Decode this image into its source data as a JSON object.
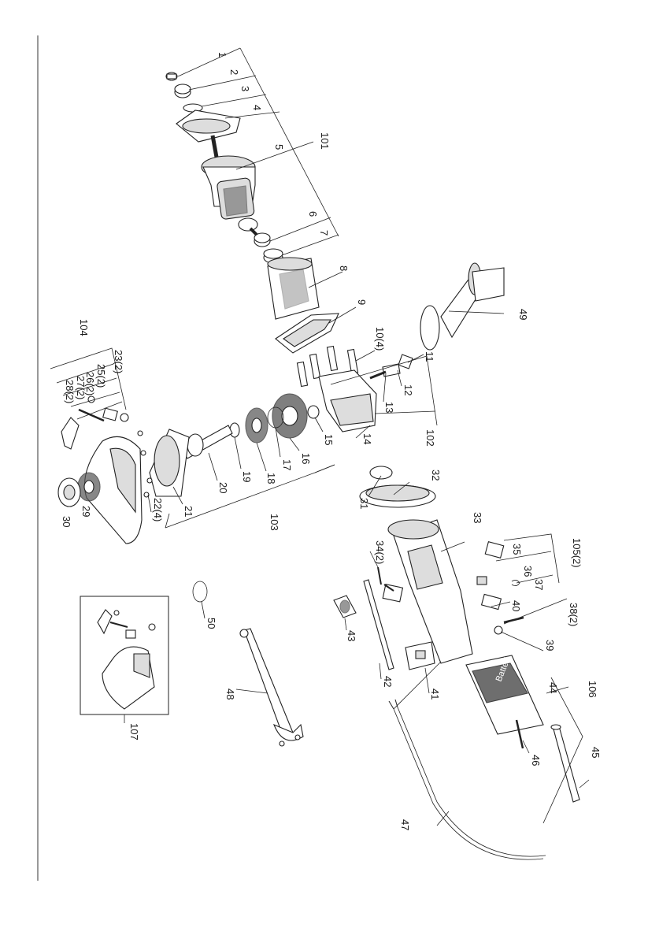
{
  "diagram": {
    "parts": [
      {
        "key": "p1",
        "label": "1"
      },
      {
        "key": "p2",
        "label": "2"
      },
      {
        "key": "p3",
        "label": "3"
      },
      {
        "key": "p4",
        "label": "4"
      },
      {
        "key": "p5",
        "label": "5"
      },
      {
        "key": "p6",
        "label": "6"
      },
      {
        "key": "p7",
        "label": "7"
      },
      {
        "key": "p8",
        "label": "8"
      },
      {
        "key": "p9",
        "label": "9"
      },
      {
        "key": "p10",
        "label": "10(4)"
      },
      {
        "key": "p11",
        "label": "11"
      },
      {
        "key": "p12",
        "label": "12"
      },
      {
        "key": "p13",
        "label": "13"
      },
      {
        "key": "p14",
        "label": "14"
      },
      {
        "key": "p15",
        "label": "15"
      },
      {
        "key": "p16",
        "label": "16"
      },
      {
        "key": "p17",
        "label": "17"
      },
      {
        "key": "p18",
        "label": "18"
      },
      {
        "key": "p19",
        "label": "19"
      },
      {
        "key": "p20",
        "label": "20"
      },
      {
        "key": "p21",
        "label": "21"
      },
      {
        "key": "p22",
        "label": "22(4)"
      },
      {
        "key": "p23",
        "label": "23(2)"
      },
      {
        "key": "p25",
        "label": "25(2)"
      },
      {
        "key": "p26",
        "label": "26(2)"
      },
      {
        "key": "p27",
        "label": "27(2)"
      },
      {
        "key": "p28",
        "label": "28(2)"
      },
      {
        "key": "p29",
        "label": "29"
      },
      {
        "key": "p30",
        "label": "30"
      },
      {
        "key": "p31",
        "label": "31"
      },
      {
        "key": "p32",
        "label": "32"
      },
      {
        "key": "p33",
        "label": "33"
      },
      {
        "key": "p34",
        "label": "34(2)"
      },
      {
        "key": "p35",
        "label": "35"
      },
      {
        "key": "p36",
        "label": "36"
      },
      {
        "key": "p37",
        "label": "37"
      },
      {
        "key": "p38",
        "label": "38(2)"
      },
      {
        "key": "p39",
        "label": "39"
      },
      {
        "key": "p40",
        "label": "40"
      },
      {
        "key": "p41",
        "label": "41"
      },
      {
        "key": "p42",
        "label": "42"
      },
      {
        "key": "p43",
        "label": "43"
      },
      {
        "key": "p44",
        "label": "44"
      },
      {
        "key": "p45",
        "label": "45"
      },
      {
        "key": "p46",
        "label": "46"
      },
      {
        "key": "p47",
        "label": "47"
      },
      {
        "key": "p48",
        "label": "48"
      },
      {
        "key": "p49",
        "label": "49"
      },
      {
        "key": "p50",
        "label": "50"
      },
      {
        "key": "p101",
        "label": "101"
      },
      {
        "key": "p102",
        "label": "102"
      },
      {
        "key": "p103",
        "label": "103"
      },
      {
        "key": "p104",
        "label": "104"
      },
      {
        "key": "p105",
        "label": "105(2)"
      },
      {
        "key": "p106",
        "label": "106"
      },
      {
        "key": "p107",
        "label": "107"
      }
    ],
    "brand_text": "Batterl"
  }
}
